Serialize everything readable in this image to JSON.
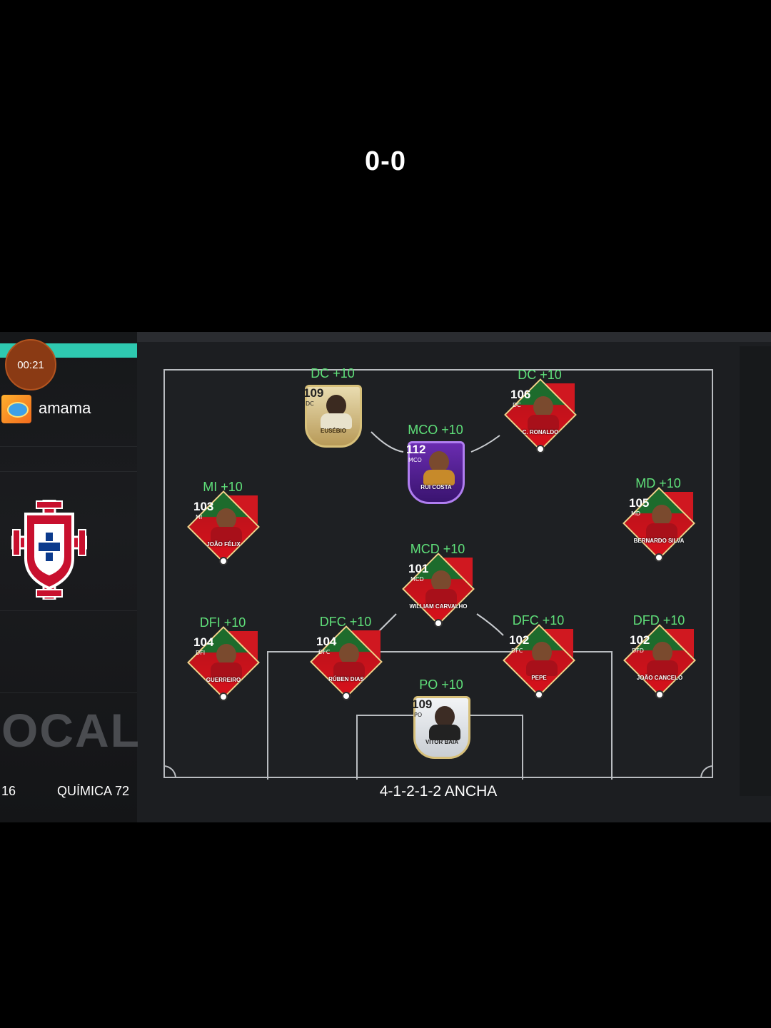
{
  "score": "0-0",
  "timer": "00:21",
  "user": {
    "name": "amama"
  },
  "side_label": "OCAL",
  "left_number": "16",
  "chemistry": "QUÍMICA 72",
  "formation": "4-1-2-1-2 ANCHA",
  "colors": {
    "timer_bar": "#2ec9b0",
    "position_label": "#5fe07a",
    "timer_circle": "#8a3a14"
  },
  "players": [
    {
      "label": "DC +10",
      "rating": "109",
      "pos": "DC",
      "name": "EUSÉBIO",
      "style": "icon"
    },
    {
      "label": "DC +10",
      "rating": "106",
      "pos": "DC",
      "name": "C. RONALDO",
      "style": "flag"
    },
    {
      "label": "MCO +10",
      "rating": "112",
      "pos": "MCO",
      "name": "RUI COSTA",
      "style": "purple"
    },
    {
      "label": "MI +10",
      "rating": "103",
      "pos": "MI",
      "name": "JOÃO FÉLIX",
      "style": "flag"
    },
    {
      "label": "MD +10",
      "rating": "105",
      "pos": "MD",
      "name": "BERNARDO SILVA",
      "style": "flag"
    },
    {
      "label": "MCD +10",
      "rating": "101",
      "pos": "MCD",
      "name": "WILLIAM CARVALHO",
      "style": "flag"
    },
    {
      "label": "DFI +10",
      "rating": "104",
      "pos": "DFI",
      "name": "GUERREIRO",
      "style": "flag"
    },
    {
      "label": "DFC +10",
      "rating": "104",
      "pos": "DFC",
      "name": "RÚBEN DIAS",
      "style": "flag"
    },
    {
      "label": "DFC +10",
      "rating": "102",
      "pos": "DFC",
      "name": "PEPE",
      "style": "flag"
    },
    {
      "label": "DFD +10",
      "rating": "102",
      "pos": "DFD",
      "name": "JOÃO CANCELO",
      "style": "flag"
    },
    {
      "label": "PO +10",
      "rating": "109",
      "pos": "PO",
      "name": "VITOR BAÍA",
      "style": "silver"
    }
  ]
}
